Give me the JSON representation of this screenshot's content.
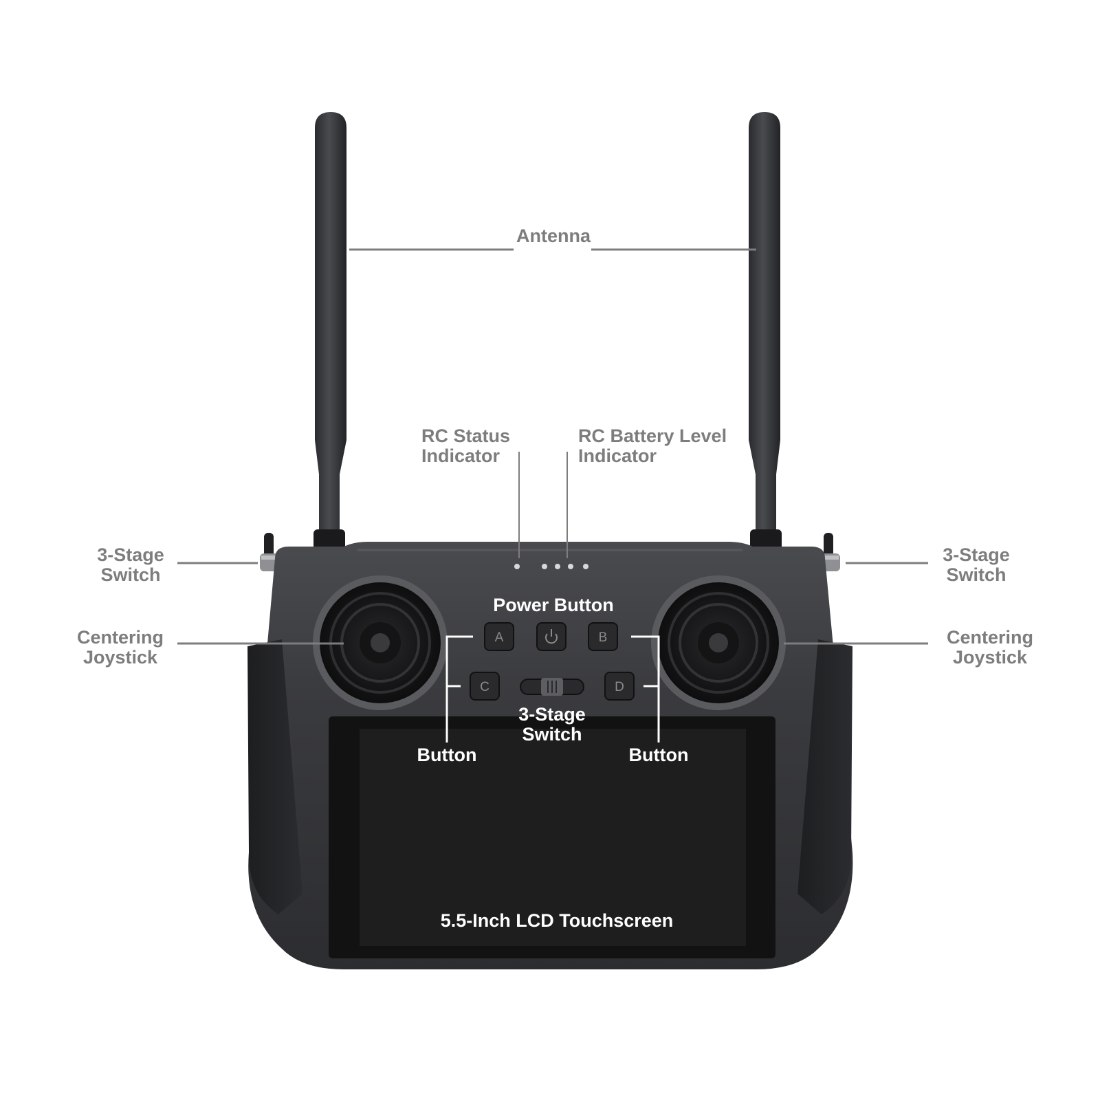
{
  "labels": {
    "antenna": "Antenna",
    "rc_status": {
      "line1": "RC Status",
      "line2": "Indicator"
    },
    "rc_battery": {
      "line1": "RC Battery Level",
      "line2": "Indicator"
    },
    "left_switch": {
      "line1": "3-Stage",
      "line2": "Switch"
    },
    "right_switch": {
      "line1": "3-Stage",
      "line2": "Switch"
    },
    "left_joystick": {
      "line1": "Centering",
      "line2": "Joystick"
    },
    "right_joystick": {
      "line1": "Centering",
      "line2": "Joystick"
    },
    "power_button": "Power Button",
    "center_switch": {
      "line1": "3-Stage",
      "line2": "Switch"
    },
    "left_button": "Button",
    "right_button": "Button",
    "screen": "5.5-Inch LCD Touchscreen"
  },
  "keys": {
    "a": "A",
    "b": "B",
    "c": "C",
    "d": "D"
  },
  "icons": {
    "power": "power-icon"
  },
  "colors": {
    "label_grey": "#7d7d7d",
    "body": "#3b3c3f",
    "screen": "#1e1e1e"
  }
}
